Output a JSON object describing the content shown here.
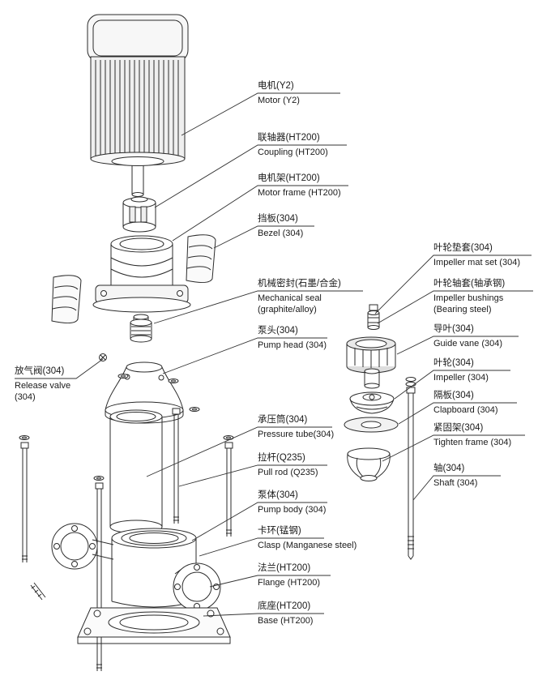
{
  "diagram": {
    "type": "exploded-view-technical-drawing",
    "subject": "vertical multistage pump parts diagram",
    "colors": {
      "background": "#ffffff",
      "line": "#2b2b2b",
      "leader_line": "#333333",
      "label_text": "#1a1a1a"
    },
    "labels": {
      "motor": {
        "zh": "电机(Y2)",
        "en": "Motor (Y2)"
      },
      "coupling": {
        "zh": "联轴器(HT200)",
        "en": "Coupling (HT200)"
      },
      "motor_frame": {
        "zh": "电机架(HT200)",
        "en": "Motor frame (HT200)"
      },
      "bezel": {
        "zh": "挡板(304)",
        "en": "Bezel (304)"
      },
      "mechanical_seal": {
        "zh": "机械密封(石墨/合金)",
        "en1": "Mechanical seal",
        "en2": "(graphite/alloy)"
      },
      "pump_head": {
        "zh": "泵头(304)",
        "en": "Pump head (304)"
      },
      "release_valve": {
        "zh": "放气阀(304)",
        "en1": "Release valve",
        "en2": "(304)"
      },
      "pressure_tube": {
        "zh": "承压筒(304)",
        "en": "Pressure tube(304)"
      },
      "pull_rod": {
        "zh": "拉杆(Q235)",
        "en": "Pull rod (Q235)"
      },
      "pump_body": {
        "zh": "泵体(304)",
        "en": "Pump body (304)"
      },
      "clasp": {
        "zh": "卡环(锰钢)",
        "en": "Clasp (Manganese steel)"
      },
      "flange": {
        "zh": "法兰(HT200)",
        "en": "Flange (HT200)"
      },
      "base": {
        "zh": "底座(HT200)",
        "en": "Base (HT200)"
      },
      "impeller_mat": {
        "zh": "叶轮垫套(304)",
        "en": "Impeller mat set (304)"
      },
      "impeller_bushing": {
        "zh": "叶轮轴套(轴承钢)",
        "en1": "Impeller bushings",
        "en2": "(Bearing steel)"
      },
      "guide_vane": {
        "zh": "导叶(304)",
        "en": "Guide vane (304)"
      },
      "impeller": {
        "zh": "叶轮(304)",
        "en": "Impeller (304)"
      },
      "clapboard": {
        "zh": "隔板(304)",
        "en": "Clapboard (304)"
      },
      "tighten_frame": {
        "zh": "紧固架(304)",
        "en": "Tighten frame (304)"
      },
      "shaft": {
        "zh": "轴(304)",
        "en": "Shaft (304)"
      }
    }
  }
}
